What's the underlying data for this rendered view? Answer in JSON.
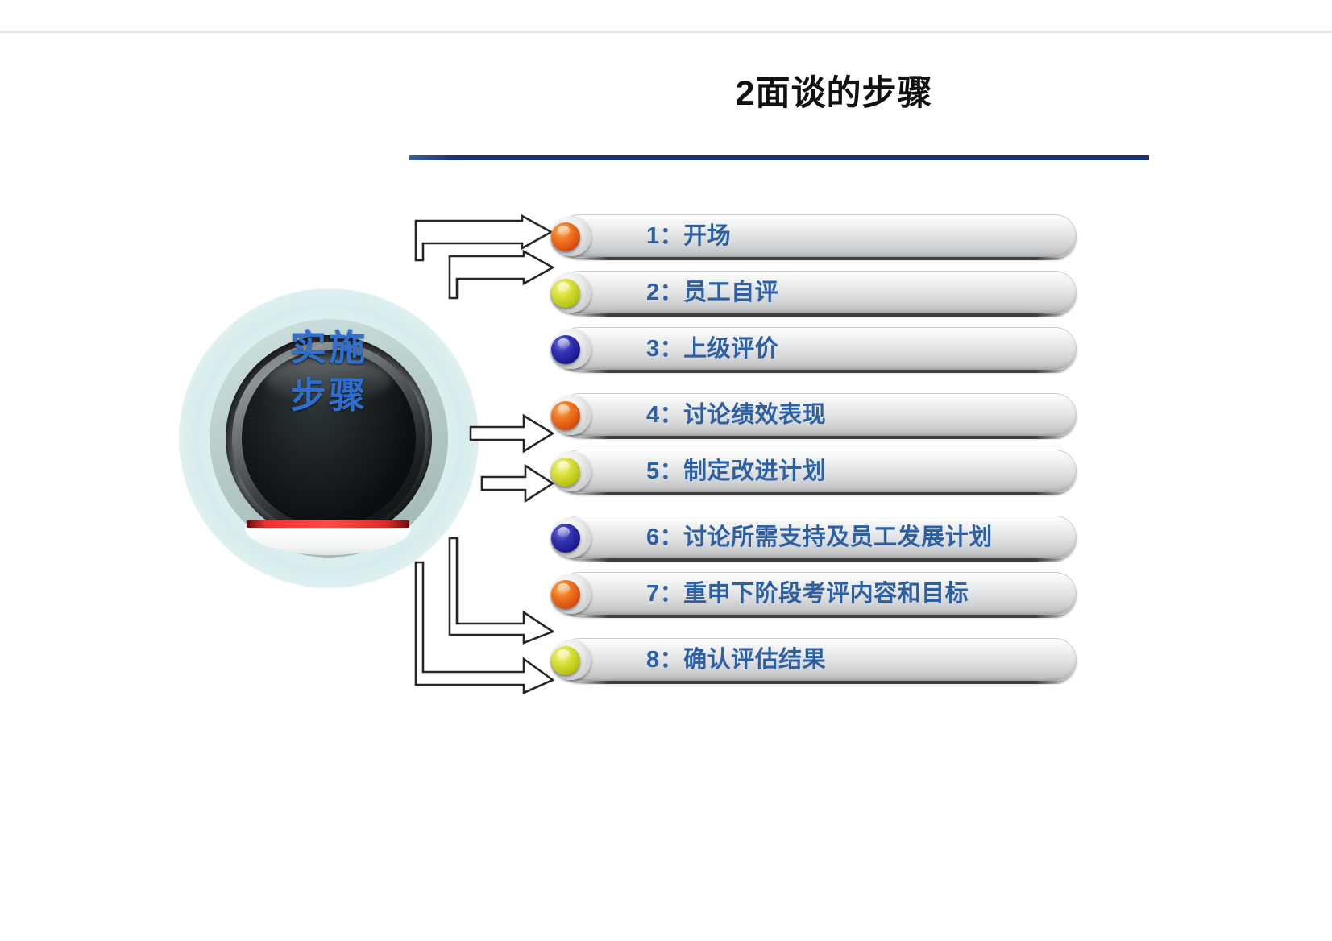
{
  "slide": {
    "title": "2面谈的步骤",
    "accent_navy": "#1b3371",
    "text_blue": "#2d5fa3"
  },
  "hub": {
    "label_line1": "实施",
    "label_line2": "步骤",
    "label_color": "#2f6fd0",
    "glow_color": "#d6ecec",
    "accent_line_color": "#f03030"
  },
  "steps": [
    {
      "num": "1：",
      "label": "开场",
      "bullet": "orange",
      "bullet_color": "#e2601a"
    },
    {
      "num": "2：",
      "label": "员工自评",
      "bullet": "yellow",
      "bullet_color": "#c6ce22"
    },
    {
      "num": "3：",
      "label": "上级评价",
      "bullet": "blue",
      "bullet_color": "#1f1f8c"
    },
    {
      "num": "4：",
      "label": "讨论绩效表现",
      "bullet": "orange",
      "bullet_color": "#e2601a"
    },
    {
      "num": "5：",
      "label": "制定改进计划",
      "bullet": "yellow",
      "bullet_color": "#c6ce22"
    },
    {
      "num": "6：",
      "label": "讨论所需支持及员工发展计划",
      "bullet": "blue",
      "bullet_color": "#1f1f8c"
    },
    {
      "num": "7：",
      "label": "重申下阶段考评内容和目标",
      "bullet": "orange",
      "bullet_color": "#e2601a"
    },
    {
      "num": "8：",
      "label": "确认评估结果",
      "bullet": "yellow",
      "bullet_color": "#c6ce22"
    }
  ],
  "arrows": [
    {
      "name": "arrow-to-step-1"
    },
    {
      "name": "arrow-to-step-2"
    },
    {
      "name": "arrow-to-step-4"
    },
    {
      "name": "arrow-to-step-5"
    },
    {
      "name": "arrow-to-step-7"
    },
    {
      "name": "arrow-to-step-8"
    }
  ]
}
